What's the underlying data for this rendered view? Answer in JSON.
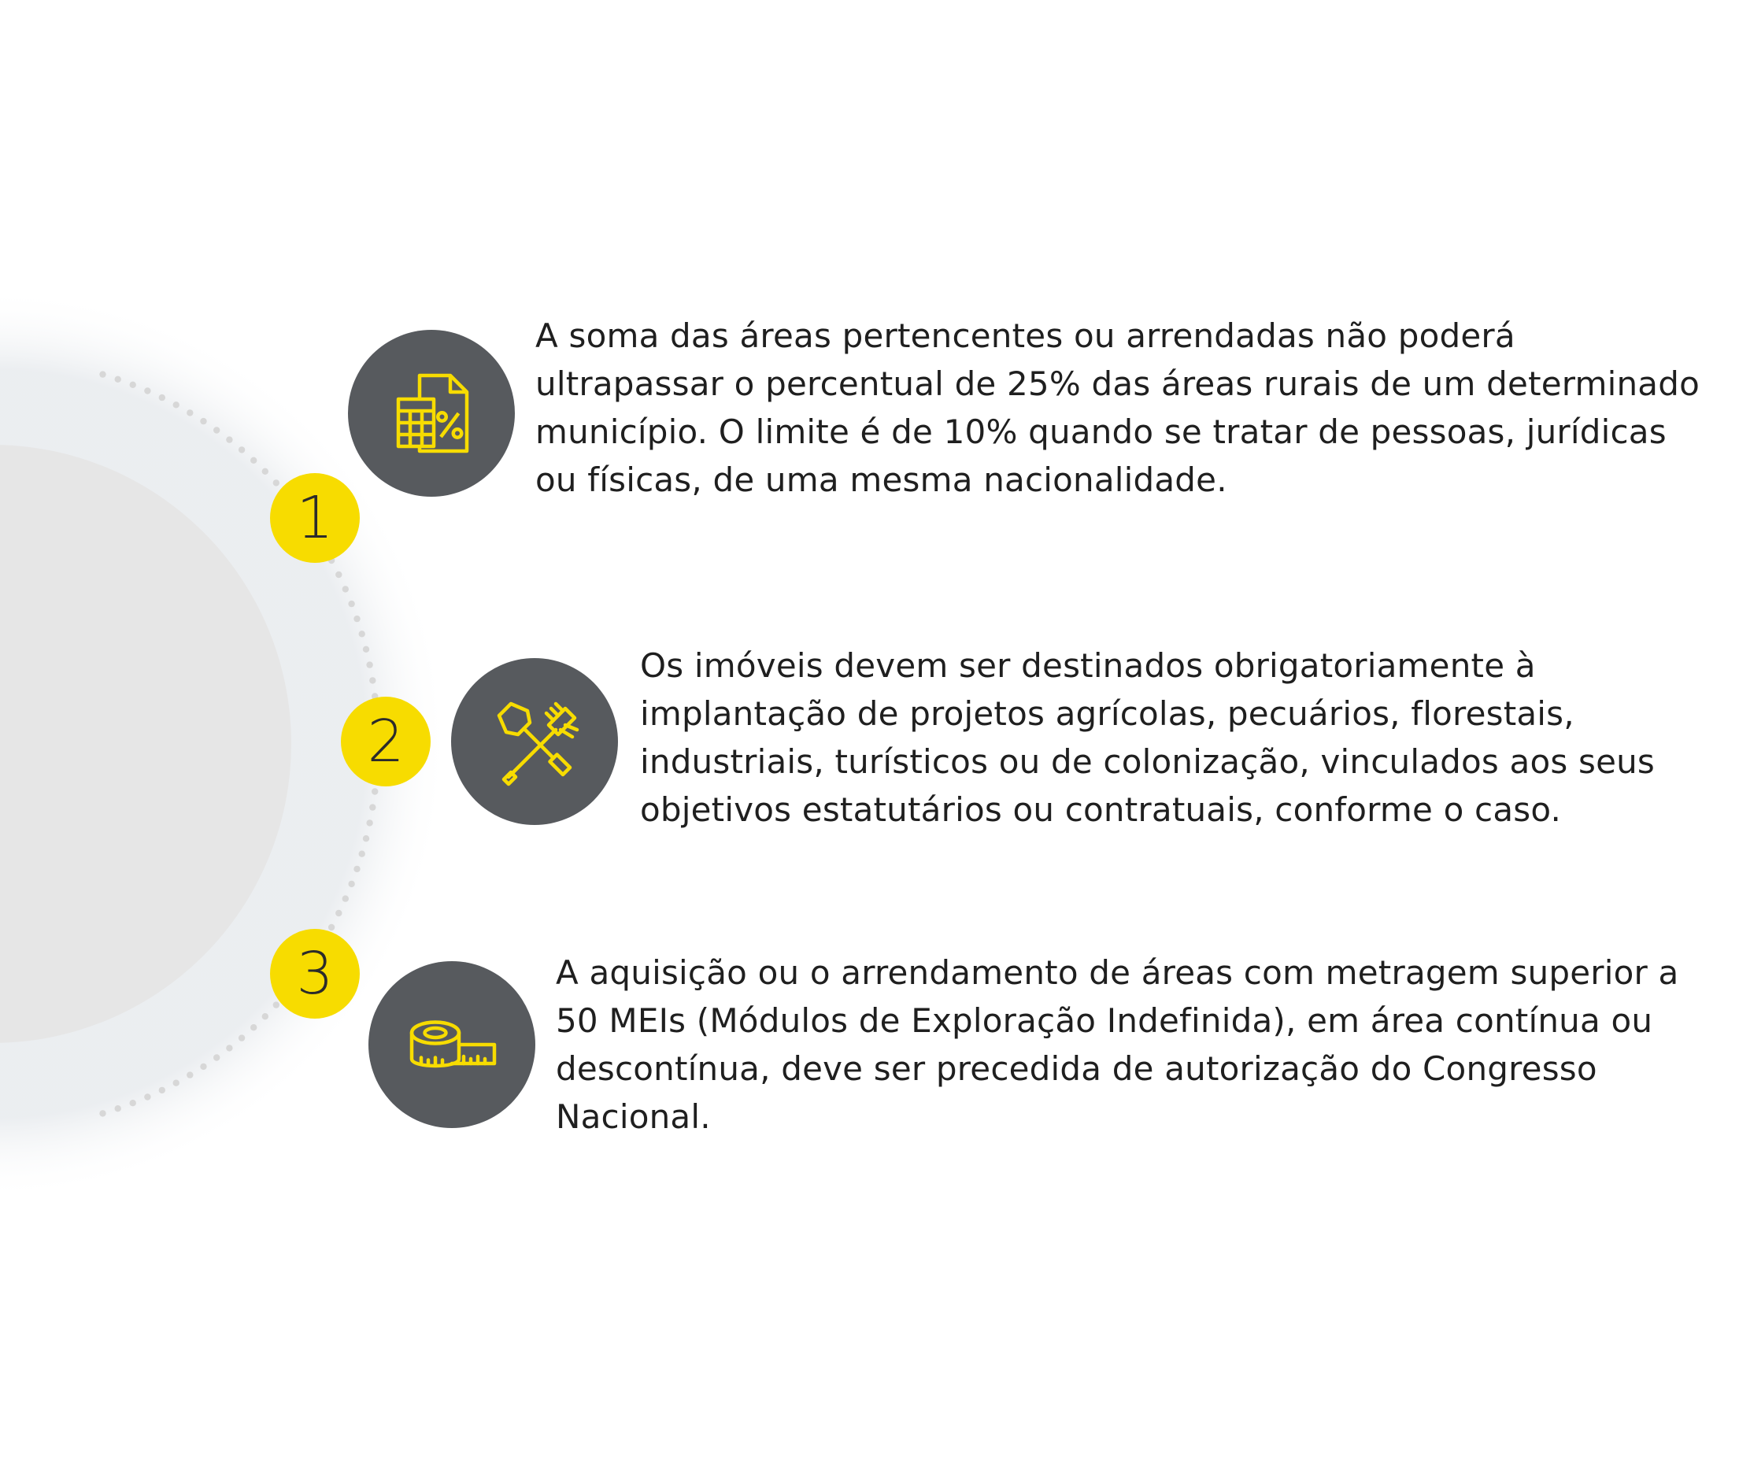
{
  "colors": {
    "accent": "#f7dc00",
    "icon_circle": "#575a5e",
    "large_circle": "#e6e6e6",
    "dots": "#d7d7d7",
    "text": "#1f1f1f"
  },
  "items": [
    {
      "number": "1",
      "icon": "calculator-percent-document-icon",
      "text": "A soma das áreas pertencentes ou arrendadas não poderá ultrapassar o percentual de 25% das áreas rurais de um determinado município. O limite é de 10% quando se tratar de pessoas, jurídicas ou físicas, de uma mesma nacionalidade."
    },
    {
      "number": "2",
      "icon": "shovel-rake-icon",
      "text": "Os imóveis devem ser destinados obrigatoriamente à implantação de projetos agrícolas, pecuários, florestais, industriais, turísticos ou de colonização, vinculados aos seus objetivos estatutários ou contratuais, conforme o caso."
    },
    {
      "number": "3",
      "icon": "measuring-tape-icon",
      "text": "A aquisição ou o arrendamento de áreas com metragem superior a 50 MEIs (Módulos de Exploração Indefinida), em área contínua ou descontínua, deve ser precedida de autorização do Congresso Nacional."
    }
  ]
}
